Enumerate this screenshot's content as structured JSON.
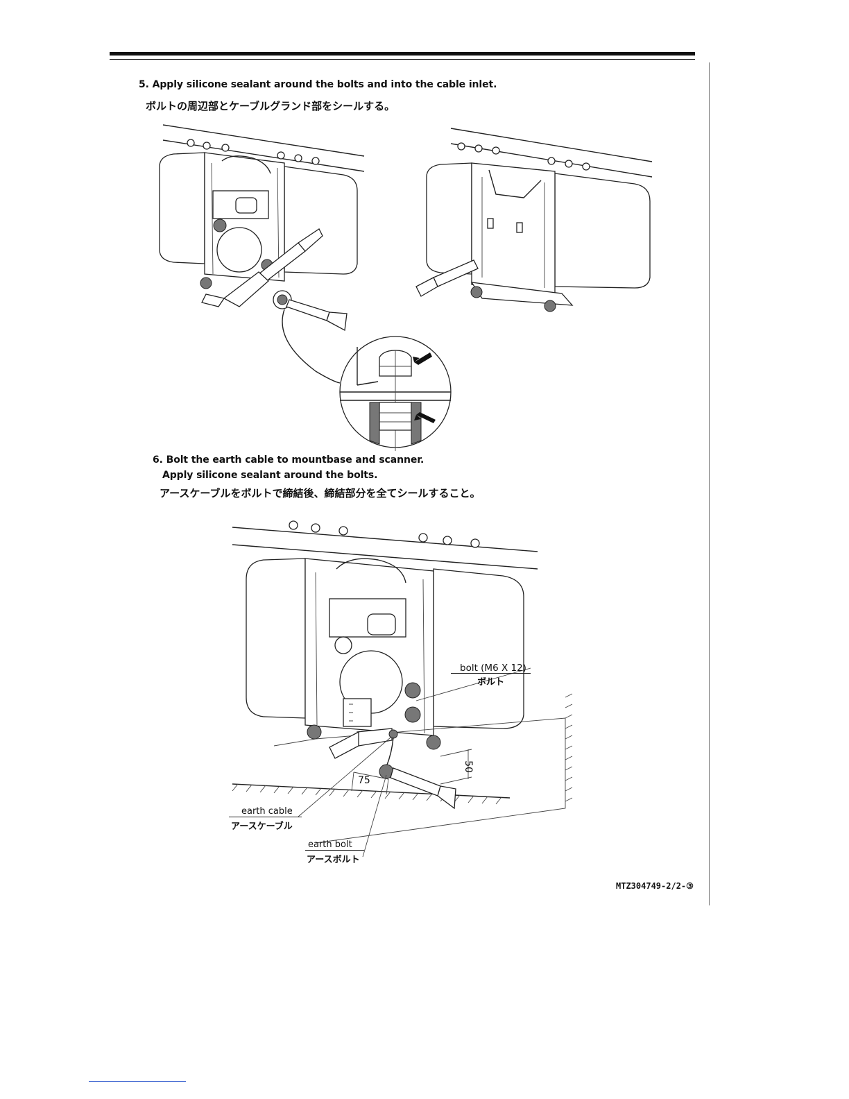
{
  "step5": {
    "en": "5. Apply silicone sealant around the bolts and into the cable inlet.",
    "jp": "ボルトの周辺部とケーブルグランド部をシールする。"
  },
  "step6": {
    "en_line1": "6. Bolt the earth cable to mountbase and scanner.",
    "en_line2": "Apply silicone sealant around the bolts.",
    "jp": "アースケーブルをボルトで締結後、締結部分を全てシールすること。"
  },
  "labels": {
    "bolt_en": "bolt (M6 X 12)",
    "bolt_jp": "ボルト",
    "earth_cable_en": "earth cable",
    "earth_cable_jp": "アースケーブル",
    "earth_bolt_en": "earth bolt",
    "earth_bolt_jp": "アースボルト",
    "dim_75": "75",
    "dim_50": "50"
  },
  "drawing_code": "MTZ304749-2/2-③"
}
